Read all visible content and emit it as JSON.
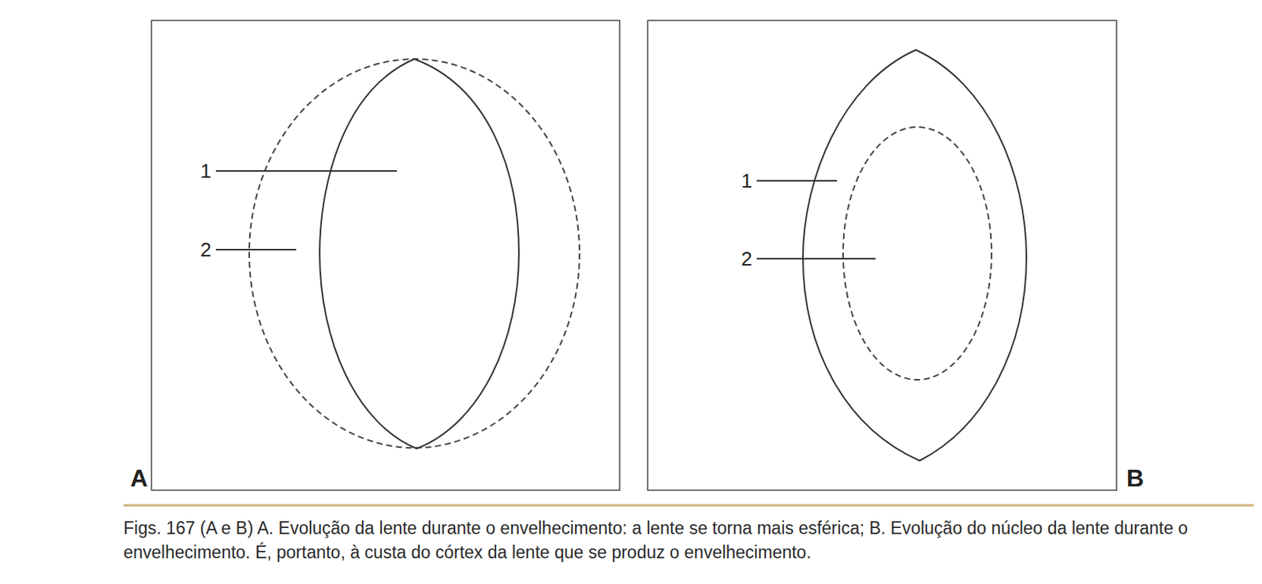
{
  "diagram": {
    "caption": "Figs. 167 (A e B) A. Evolução da lente durante o envelhecimento: a lente se torna mais esférica; B. Evolução do núcleo da lente durante o envelhecimento. É, portanto, à custa do córtex da lente que se produz o envelhecimento.",
    "labels": [
      "1",
      "2",
      "A",
      "1",
      "2",
      "B"
    ]
  }
}
